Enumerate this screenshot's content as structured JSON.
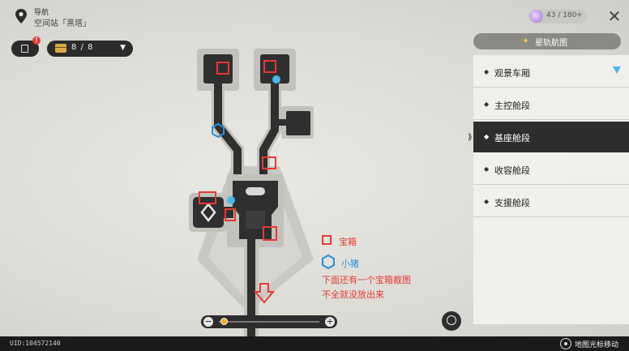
{
  "header": {
    "title": "导航",
    "subtitle": "空间站「黑塔」"
  },
  "notes": {
    "badge": "!"
  },
  "chests": {
    "count": "8 / 8",
    "dropdown_arrow": "▼"
  },
  "energy": {
    "value": "43 / 180",
    "plus": "+"
  },
  "close": {
    "label": "✕"
  },
  "route_panel": {
    "header_label": "星轨航图",
    "items": [
      {
        "label": "观景车厢",
        "active": false
      },
      {
        "label": "主控舱段",
        "active": false
      },
      {
        "label": "基座舱段",
        "active": true
      },
      {
        "label": "收容舱段",
        "active": false
      },
      {
        "label": "支援舱段",
        "active": false
      }
    ]
  },
  "legend": {
    "chest_label": "宝箱",
    "pig_label": "小猪",
    "note_line1": "下面还有一个宝箱截图",
    "note_line2": "不全就没放出来"
  },
  "zoom": {
    "minus": "−",
    "plus": "+",
    "level": 0.05
  },
  "footer": {
    "uid": "UID:104572140",
    "move_hint": "地图光标移动"
  },
  "colors": {
    "chest_marker": "#e53935",
    "pig_marker": "#2a8fd8",
    "active_bg": "#2d2d2d",
    "waypoint_down": "#4fb6e8"
  },
  "icons": [
    "location-pin-icon",
    "notebook-icon",
    "chest-icon",
    "energy-orb-icon",
    "close-icon",
    "star-icon",
    "chevron-down-icon",
    "hexagon-icon",
    "compass-icon",
    "cursor-move-icon"
  ]
}
